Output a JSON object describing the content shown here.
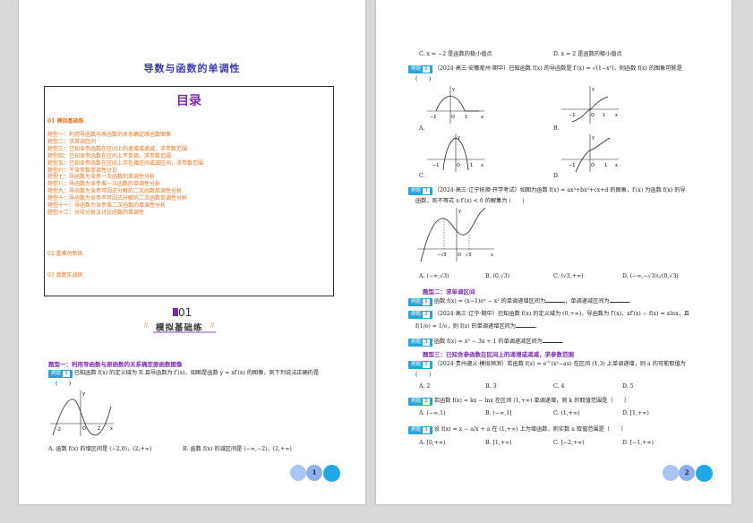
{
  "page1": {
    "title": "导数与函数的单调性",
    "toc": {
      "heading": "目录",
      "part1": "01 模拟基础练",
      "items": [
        "题型一：利用导函数与原函数的关系确定原函数图像",
        "题型二：求单调区间",
        "题型三：已知含参函数在区间上的递增或递减，求参数范围",
        "题型四：已知含参函数在区间上不单调，求参数范围",
        "题型五：已知含参函数在区间上存在增区间或减区间，求参数范围",
        "题型六：不含参数单调性讨论",
        "题型七：导函数为含参一次函数的单调性分析",
        "题型八：导函数为含参准一次函数的单调性分析",
        "题型九：导函数为含参可因式分解的二次函数单调性分析",
        "题型十：导函数为含参不可因式分解的二次函数单调性分析",
        "题型十一：导函数为含参准二次函数的单调性分析",
        "题型十二：分段分析法讨论函数的单调性"
      ],
      "part2": "02 重难创新练",
      "part3": "03 真题实战练"
    },
    "section_num": "01",
    "section_title": "模拟基础练",
    "topic1": "题型一：利用导函数与原函数的关系确定原函数图像",
    "q1_badge": "例题",
    "q1_num": "1",
    "q1_text": "已知函数 f(x) 的定义域为 R 且导函数为 f′(x)，如图是函数 y = xf′(x) 的图像，则下列说法正确的是",
    "q1_paren": "(　　)",
    "q1_optA": "A. 函数 f(x) 的增区间是 (−2,0)，(2,+∞)",
    "q1_optB": "B. 函数 f(x) 的减区间是 (−∞,−2)，(2,+∞)",
    "page_num": "1"
  },
  "page2": {
    "optC": "C. x = −2 是函数的极小值点",
    "optD": "D. x = 2 是函数的极小值点",
    "q2_badge": "例题",
    "q2_num": "2",
    "q2_text": "（2024·高三·安徽亳州·期中）已知函数 f(x) 的导函数是 f′(x) = √(1−x²)，则函数 f(x) 的图象可能是",
    "q2_paren": "(　　)",
    "q2_labels": [
      "A.",
      "B.",
      "C.",
      "D."
    ],
    "q3_badge": "例题",
    "q3_num": "3",
    "q3_text": "（2024·高三·辽宁抚顺·开学考试）如图为函数 f(x) = ax³+bx²+cx+d 的图象，f′(x) 为函数 f(x) 的导",
    "q3_text2": "函数，则不等式 x·f′(x) < 0 的解集为 (　　)",
    "q3_opts": [
      "A. (−∞,√3)",
      "B. (0,√3)",
      "C. (√3,+∞)",
      "D. (−∞,−√3)∪(0,√3)"
    ],
    "topic2": "题型二：求单调区间",
    "t2q1_text": "函数 f(x) = (x−1)eˣ − x² 的单调递增区间为",
    "t2q1_tail": "，单调递减区间为",
    "t2q2_text": "（2024·高三·辽宁·期中）已知函数 f(x) 的定义域为 (0,+∞)，导函数为 f′(x)，xf′(x) − f(x) = xlnx，且",
    "t2q2_text2": "f(1/e) = 1/e，则 f(x) 的单调递增区间为",
    "t2q3_text": "函数 f(x) = x² − 3x + 1 的单调递减区间为",
    "topic3": "题型三：已知含参函数在区间上的递增或递减，求参数范围",
    "t3q1_text": "（2024·贵州遵义·模拟预测）若函数 f(x) = e^(x²−ax) 在区间 (1,3) 上单调递增，则 a 的可能取值为",
    "t3q1_paren": "(　　)",
    "t3q1_opts": [
      "A. 2",
      "B. 3",
      "C. 4",
      "D. 5"
    ],
    "t3q2_text": "若函数 f(x) = kx − lnx 在区间 (1,+∞) 单调递增，则 k 的取值范围是（　　）",
    "t3q2_opts": [
      "A. (−∞,1)",
      "B. (−∞,1]",
      "C. (1,+∞)",
      "D. [1,+∞)"
    ],
    "t3q3_text": "设 f(x) = x − a/x + a 在 (1,+∞) 上为增函数，则实数 a 取值范围是（　　）",
    "t3q3_opts": [
      "A. [0,+∞)",
      "B. [1,+∞)",
      "C. [−2,+∞)",
      "D. [−1,+∞)"
    ],
    "page_num": "2"
  }
}
